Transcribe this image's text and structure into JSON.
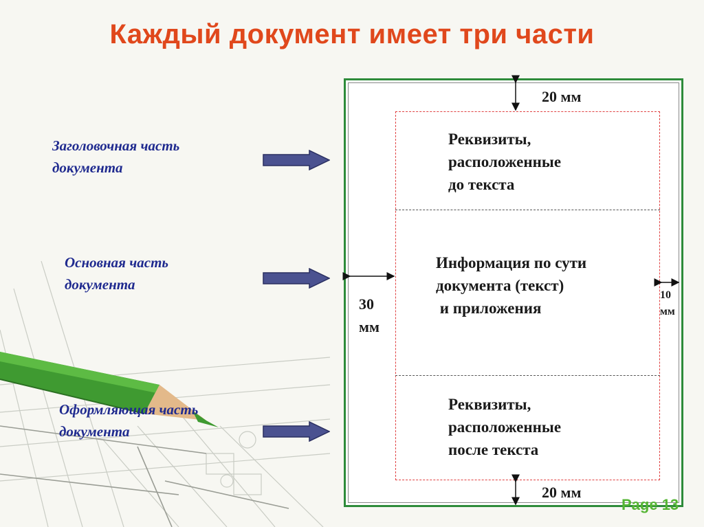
{
  "title": "Каждый документ имеет три части",
  "labels": {
    "header_part": [
      "Заголовочная часть",
      "документа"
    ],
    "main_part": [
      "Основная часть",
      "документа"
    ],
    "formatting_part": [
      "Оформляющая часть",
      "документа"
    ]
  },
  "blocks": {
    "top": [
      "Реквизиты,",
      "расположенные",
      "до текста"
    ],
    "middle": [
      "Информация по сути",
      "документа (текст)",
      " и приложения"
    ],
    "bottom": [
      "Реквизиты,",
      "расположенные",
      "после текста"
    ]
  },
  "margins": {
    "top": "20 мм",
    "bottom": "20 мм",
    "left": [
      "30",
      "мм"
    ],
    "right": [
      "10",
      "мм"
    ]
  },
  "page_number": "Page 13",
  "colors": {
    "title": "#e0481c",
    "labels": "#1f2a8f",
    "arrow": "#4b5290",
    "doc_border": "#2e8b3a",
    "dashed_border": "#e04040",
    "page_number": "#55b534"
  }
}
